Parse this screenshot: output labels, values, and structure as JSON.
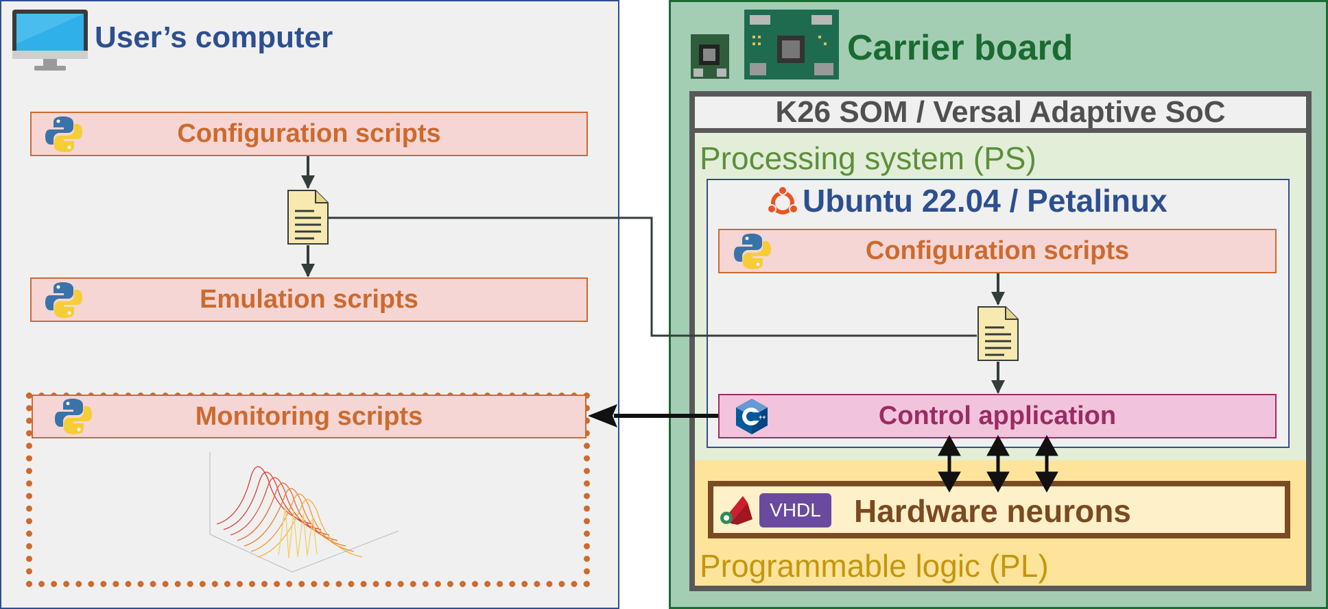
{
  "left_panel": {
    "title": "User’s computer",
    "config_label": "Configuration scripts",
    "emulation_label": "Emulation scripts",
    "monitoring_label": "Monitoring scripts"
  },
  "right_panel": {
    "title": "Carrier board",
    "soc_label": "K26 SOM / Versal Adaptive SoC",
    "ps_label": "Processing system (PS)",
    "os_label": "Ubuntu 22.04 / Petalinux",
    "config_label": "Configuration scripts",
    "control_label": "Control application",
    "vhdl_badge": "VHDL",
    "hw_label": "Hardware neurons",
    "pl_label": "Programmable logic (PL)"
  },
  "colors": {
    "left_bg": "#f0f0f0",
    "left_border": "#2d4f8f",
    "right_bg": "#a3ceb4",
    "right_border": "#1a6b32",
    "script_fill": "#f5d6d4",
    "script_text": "#cd6a2e",
    "ps_fill": "#e3eed9",
    "ps_text": "#5c8f3a",
    "pl_fill": "#fde49a",
    "pl_text": "#c4960f",
    "control_fill": "#f2c4dc",
    "control_text": "#9b2b64",
    "hw_text": "#7a4a22"
  },
  "icons": [
    "monitor-icon",
    "board-icon",
    "python-icon",
    "document-icon",
    "ubuntu-icon",
    "cpp-icon",
    "fpga-icon",
    "waveform-plot"
  ]
}
